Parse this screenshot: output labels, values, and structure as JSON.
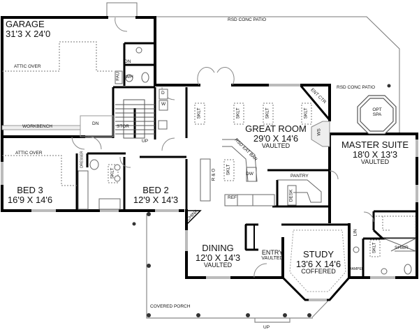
{
  "plan": {
    "rooms": {
      "garage": {
        "name": "GARAGE",
        "size": "31'3 X 24'0"
      },
      "great_room": {
        "name": "GREAT ROOM",
        "size": "29'0 X 14'6",
        "note": "VAULTED"
      },
      "master_suite": {
        "name": "MASTER SUITE",
        "size": "18'0 X 13'3",
        "note": "VAULTED"
      },
      "bed3": {
        "name": "BED 3",
        "size": "16'9 X 14'6"
      },
      "bed2": {
        "name": "BED 2",
        "size": "12'9 X 14'3"
      },
      "dining": {
        "name": "DINING",
        "size": "12'0 X 14'3",
        "note": "VAULTED"
      },
      "entry": {
        "name": "ENTRY",
        "note": "VAULTED"
      },
      "study": {
        "name": "STUDY",
        "size": "13'6 X 14'6",
        "note": "COFFERED"
      }
    },
    "labels": {
      "attic_over_garage": "ATTIC OVER",
      "attic_over_bed3": "ATTIC OVER",
      "workbench": "WORKBENCH",
      "fau": "FAU",
      "wh": "WH",
      "dn_laundry": "DN",
      "dn_garage": "DN",
      "stor": "STOR",
      "up_stairs": "UP",
      "dryer": "D",
      "washer": "W",
      "rsd_patio_top": "RSD CONC PATIO",
      "rsd_patio_right": "RSD CONC PATIO",
      "ent_ctr": "ENT CTR",
      "opt_spa_1": "OPT",
      "opt_spa_2": "SPA",
      "ws": "WS",
      "rsd_eat_bar": "RSD EAT BAR",
      "dw": "DW",
      "ref": "REF",
      "r_and_o": "R & O",
      "pantry": "PANTRY",
      "desk": "DESK",
      "china": "CHINA",
      "dresser": "DRESSER",
      "lin": "LIN",
      "shwr": "SHWR",
      "hamper": "HAMPER",
      "covered_porch": "COVERED PORCH",
      "up_porch": "UP",
      "sklt": "SKLT"
    }
  }
}
